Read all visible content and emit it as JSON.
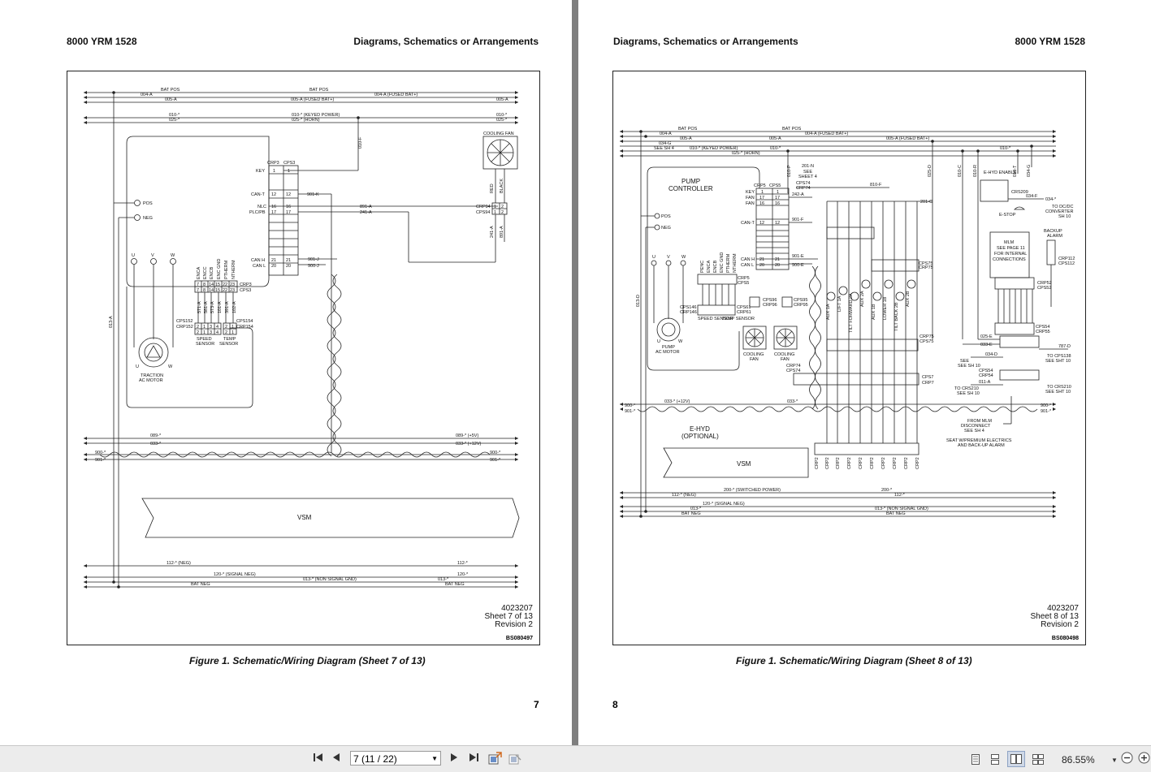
{
  "left_page": {
    "doc_id": "8000 YRM 1528",
    "section_title": "Diagrams, Schematics or Arrangements",
    "drawing_no": "4023207",
    "sheet": "Sheet 7 of 13",
    "revision": "Revision 2",
    "bs_code": "BS080497",
    "caption": "Figure 1. Schematic/Wiring Diagram (Sheet 7 of 13)",
    "page_number": "7",
    "labels": {
      "bat_pos": "BAT POS",
      "w004a": "004-A",
      "w004a_fused": "004-A (FUSED BAT+)",
      "w005a": "005-A",
      "w005a_fused": "005-A (FUSED BAT+)",
      "w010": "010-*",
      "w010_keyed": "010-* (KEYED POWER)",
      "w025": "025-*",
      "w025_horn": "025-* (HORN)",
      "w010f": "010-F",
      "cooling_fan": "COOLING FAN",
      "red": "RED",
      "black": "BLACK",
      "crp94": "CRP94",
      "cps94": "CPS94",
      "w241a": "241-A",
      "w891a": "891-A",
      "crp3": "CRP3",
      "cps3": "CPS3",
      "key": "KEY",
      "can_t": "CAN-T",
      "nlc": "NLC",
      "plc_pb": "PLC/PB",
      "can_h": "CAN H",
      "can_l": "CAN L",
      "w901k": "901-K",
      "w901j": "901-J",
      "w900j": "900-J",
      "pos": "POS",
      "neg": "NEG",
      "u": "U",
      "v": "V",
      "w": "W",
      "enca": "ENCA",
      "encc": "ENCC",
      "encb": "ENCB",
      "enc_gnd": "ENC GND",
      "ptherm": "PTHERM",
      "ntherm": "NTHERM",
      "cps152": "CPS152",
      "crp152": "CRP152",
      "cps154": "CPS154",
      "crp154": "CRP154",
      "speed_sensor": "SPEED SENSOR",
      "temp_sensor": "TEMP SENSOR",
      "traction_motor": "TRACTION AC MOTOR",
      "w013a": "013-A",
      "w089": "089-*",
      "w089_5v": "089-* (+5V)",
      "w033": "033-*",
      "w033_12v": "033-* (+12V)",
      "w900": "900-*",
      "w901": "901-*",
      "vsm": "VSM",
      "w112": "112-* (NEG)",
      "w112b": "112-*",
      "w120": "120-* (SIGNAL NEG)",
      "w120b": "120-*",
      "w013_nsg": "013-* (NON SIGNAL GND)",
      "w013b": "013-*",
      "bat_neg": "BAT NEG",
      "w571a": "571-A",
      "w581a": "581-A",
      "w573a": "573-A",
      "w101a": "101-A",
      "w391a": "391-A",
      "w102a": "102-A"
    }
  },
  "right_page": {
    "doc_id": "8000 YRM 1528",
    "section_title": "Diagrams, Schematics or Arrangements",
    "drawing_no": "4023207",
    "sheet": "Sheet 8 of 13",
    "revision": "Revision 2",
    "bs_code": "BS080498",
    "caption": "Figure 1. Schematic/Wiring Diagram (Sheet 8 of 13)",
    "page_number": "8",
    "labels": {
      "bat_pos": "BAT POS",
      "w004a": "004-A",
      "w004a_fused": "004-A (FUSED BAT+)",
      "w005a": "005-A",
      "w005a_fused": "005-A (FUSED BAT+)",
      "w034g": "034-G",
      "see_sh4": "SEE SH 4",
      "w010_keyed": "010-* (KEYED POWER)",
      "w010": "010-*",
      "w025_horn": "025-* (HORN)",
      "pump_controller": "PUMP CONTROLLER",
      "pos": "POS",
      "neg": "NEG",
      "ehyd_enable": "E-HYD ENABLE",
      "estop": "E-STOP",
      "to_dcdc": "TO DC/DC CONVERTER SH 10",
      "backup_alarm": "BACKUP ALARM",
      "mlm_note": "MLM SEE PAGE 11 FOR INTERNAL CONNECTIONS",
      "aux1a": "AUX 1A",
      "lift1a": "LIFT 1A",
      "tilt_fwd": "TILT FORWARD 2A",
      "aux2a": "AUX 2A",
      "aux1b": "AUX 1B",
      "lower1b": "LOWER 1B",
      "tilt_back": "TILT BACK 2B",
      "aux2b": "AUX 2B",
      "pump_motor": "PUMP AC MOTOR",
      "speed_sensor": "SPEED SENSOR",
      "temp_sensor": "TEMP SENSOR",
      "cooling_fan": "COOLING FAN",
      "ehyd_optional": "E-HYD (OPTIONAL)",
      "vsm": "VSM",
      "from_mlm": "FROM MLM DISCONNECT SEE SH 4",
      "seat_premium": "SEAT W/PREMIUM ELECTRICS AND BACK-UP ALARM",
      "to_cps138": "TO CPS138 SEE SHT 10",
      "to_crs210": "TO CRS210 SEE SHT 10",
      "w200_switched": "200-* (SWITCHED POWER)",
      "w200": "200-*",
      "w112": "112-* (NEG)",
      "w112b": "112-*",
      "w120": "120-* (SIGNAL NEG)",
      "w013_nsg": "013-* (NON SIGNAL GND)",
      "w013": "013-*",
      "bat_neg": "BAT NEG",
      "w033_12v": "033-* (+12V)",
      "w033": "033-*",
      "w900": "900-*",
      "w901": "901-*",
      "w787d": "787-D",
      "see_sh10": "SEE SH 10",
      "w034f": "034-F",
      "w034": "034-*",
      "w810f": "810-F",
      "w201c": "201-C",
      "w201n": "201-N",
      "see_sheet4": "SEE SHEET 4",
      "crp5": "CRP5",
      "cps5": "CPS5",
      "key": "KEY",
      "fan": "FAN",
      "can_t": "CAN-T",
      "can_h": "CAN H",
      "can_l": "CAN L",
      "w901f": "901-F",
      "w901e": "901-E",
      "w900e": "900-E",
      "w242a": "242-A",
      "cps7": "CPS7",
      "crp7": "CRP7",
      "crp2": "CRP2"
    }
  },
  "toolbar": {
    "page_field": "7 (11 / 22)",
    "zoom": "86.55%",
    "icons": [
      "first-page-icon",
      "prev-page-icon",
      "next-page-icon",
      "last-page-icon",
      "export-icon",
      "import-icon"
    ]
  }
}
